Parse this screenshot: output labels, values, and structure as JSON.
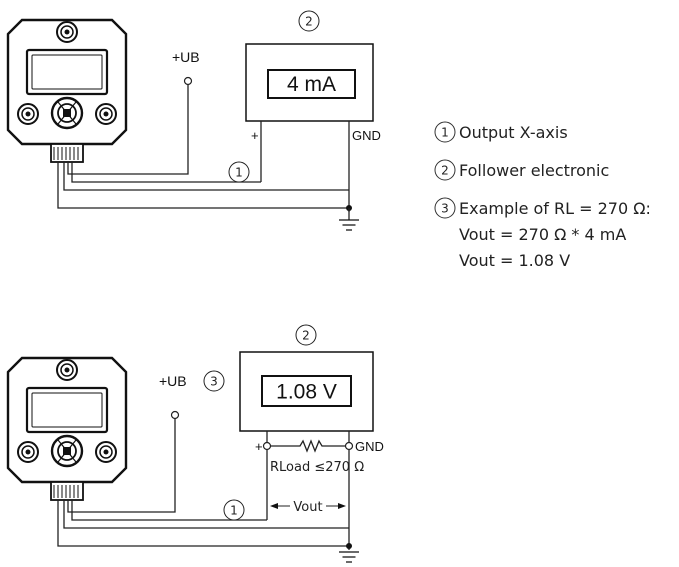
{
  "top_circuit": {
    "supply_label": "+UB",
    "display_reading": "4 mA",
    "plus_label": "+",
    "gnd_label": "GND",
    "follower_marker": "2",
    "wire_marker": "1"
  },
  "bottom_circuit": {
    "supply_label": "+UB",
    "display_reading": "1.08 V",
    "plus_label": "+",
    "gnd_label": "GND",
    "follower_marker": "2",
    "load_marker": "3",
    "wire_marker": "1",
    "resistor_label": "RLoad ≤270 Ω",
    "vout_label": "Vout"
  },
  "legend": [
    {
      "marker": "1",
      "text": "Output X-axis"
    },
    {
      "marker": "2",
      "text": "Follower electronic"
    },
    {
      "marker": "3",
      "text": "Example of RL = 270 Ω:",
      "extra": [
        "Vout = 270 Ω * 4 mA",
        "Vout = 1.08 V"
      ]
    }
  ]
}
